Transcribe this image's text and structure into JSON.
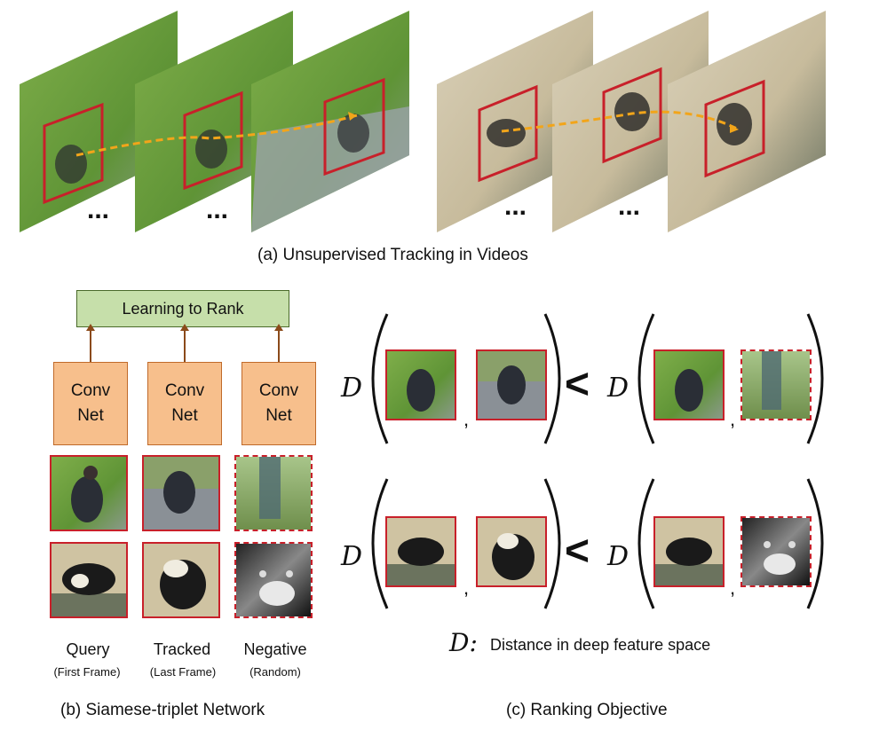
{
  "panel_a": {
    "caption": "(a) Unsupervised Tracking in Videos",
    "ellipsis": "..."
  },
  "panel_b": {
    "learning_box": "Learning to Rank",
    "convnet_line1": "Conv",
    "convnet_line2": "Net",
    "columns": [
      {
        "label": "Query",
        "sub": "(First Frame)"
      },
      {
        "label": "Tracked",
        "sub": "(Last Frame)"
      },
      {
        "label": "Negative",
        "sub": "(Random)"
      }
    ],
    "caption": "(b) Siamese-triplet Network"
  },
  "panel_c": {
    "d_symbol": "D",
    "less_than": "<",
    "comma": ",",
    "legend_symbol": "D:",
    "legend_text": "Distance in deep feature space",
    "caption": "(c) Ranking Objective"
  },
  "colors": {
    "box_red": "#c8202a",
    "learn_fill": "#c6dfaa",
    "conv_fill": "#f7bf8c",
    "track_arrow": "#f2a51a"
  }
}
